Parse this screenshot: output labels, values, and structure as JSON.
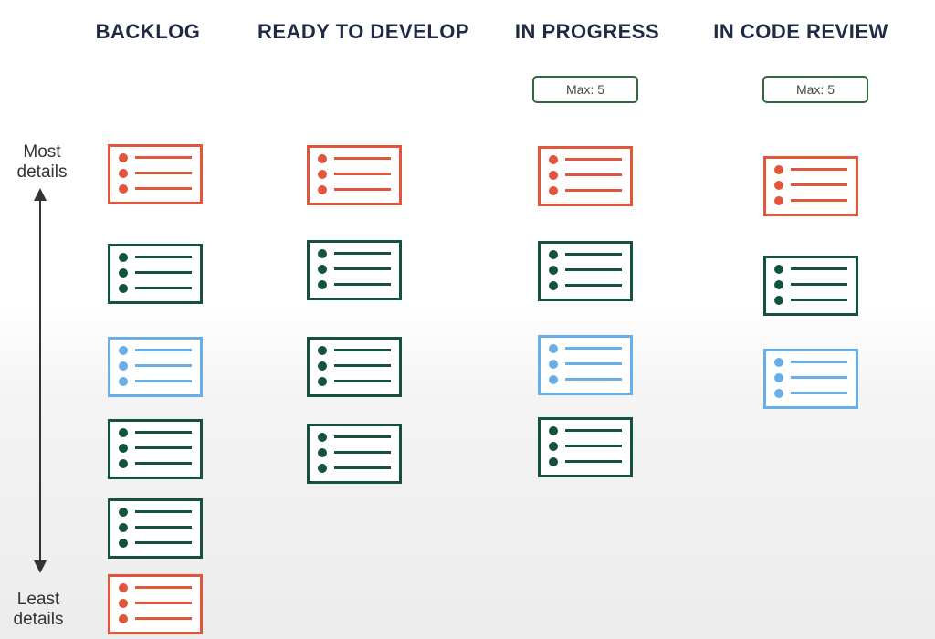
{
  "columns": [
    {
      "title": "BACKLOG",
      "wip": null,
      "cards": [
        "red",
        "green",
        "blue",
        "green",
        "green",
        "red"
      ]
    },
    {
      "title": "READY TO DEVELOP",
      "wip": null,
      "cards": [
        "red",
        "green",
        "green",
        "green"
      ]
    },
    {
      "title": "IN PROGRESS",
      "wip": "Max: 5",
      "cards": [
        "red",
        "green",
        "blue",
        "green"
      ]
    },
    {
      "title": "IN CODE REVIEW",
      "wip": "Max: 5",
      "cards": [
        "red",
        "green",
        "blue"
      ]
    }
  ],
  "axis": {
    "top_label_line1": "Most",
    "top_label_line2": "details",
    "bottom_label_line1": "Least",
    "bottom_label_line2": "details"
  },
  "colors": {
    "red": "#e0553b",
    "green": "#14513e",
    "blue": "#6aaee8"
  }
}
